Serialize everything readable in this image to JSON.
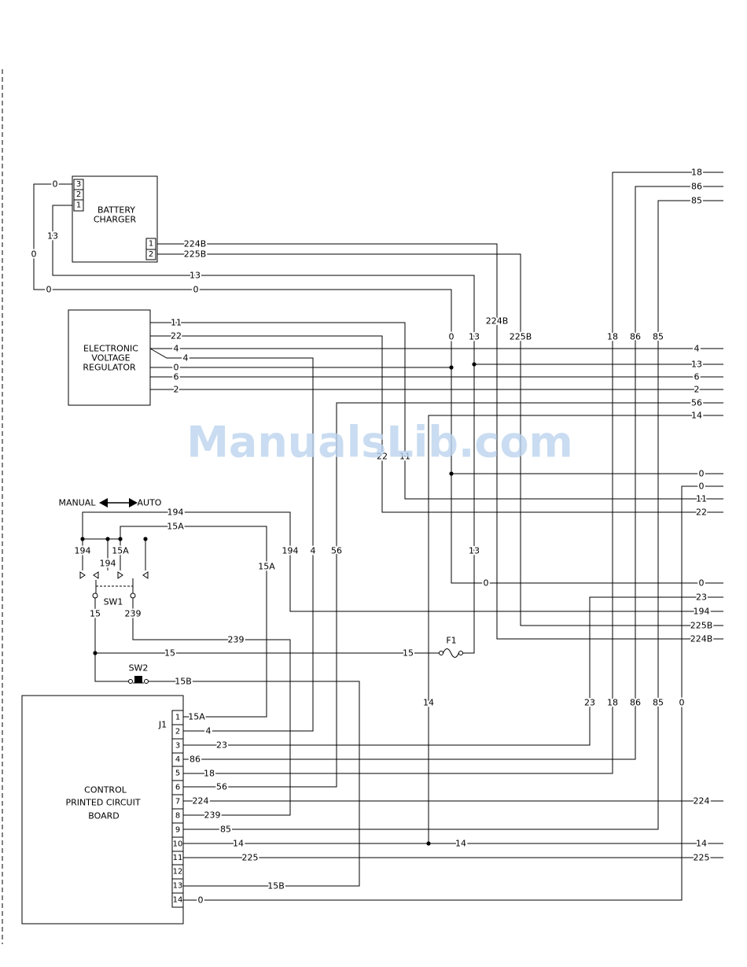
{
  "watermark": "ManualsLib.com",
  "battery_charger": {
    "line1": "BATTERY",
    "line2": "CHARGER",
    "input_pins": [
      "3",
      "2",
      "1"
    ],
    "output_pins": [
      "1",
      "2"
    ]
  },
  "voltage_regulator": {
    "line1": "ELECTRONIC",
    "line2": "VOLTAGE",
    "line3": "REGULATOR"
  },
  "mode_selector": {
    "manual": "MANUAL",
    "auto": "AUTO"
  },
  "switch1": "SW1",
  "switch2": "SW2",
  "fuse": "F1",
  "control_board": {
    "line1": "CONTROL",
    "line2": "PRINTED CIRCUIT",
    "line3": "BOARD",
    "connector": "J1",
    "pins": [
      "1",
      "2",
      "3",
      "4",
      "5",
      "6",
      "7",
      "8",
      "9",
      "10",
      "11",
      "12",
      "13",
      "14"
    ]
  },
  "wires": {
    "w0": "0",
    "w2": "2",
    "w4": "4",
    "w6": "6",
    "w11": "11",
    "w13": "13",
    "w14": "14",
    "w15": "15",
    "w15a": "15A",
    "w15b": "15B",
    "w18": "18",
    "w22": "22",
    "w23": "23",
    "w56": "56",
    "w85": "85",
    "w86": "86",
    "w194": "194",
    "w224": "224",
    "w224b": "224B",
    "w225": "225",
    "w225b": "225B",
    "w239": "239"
  }
}
